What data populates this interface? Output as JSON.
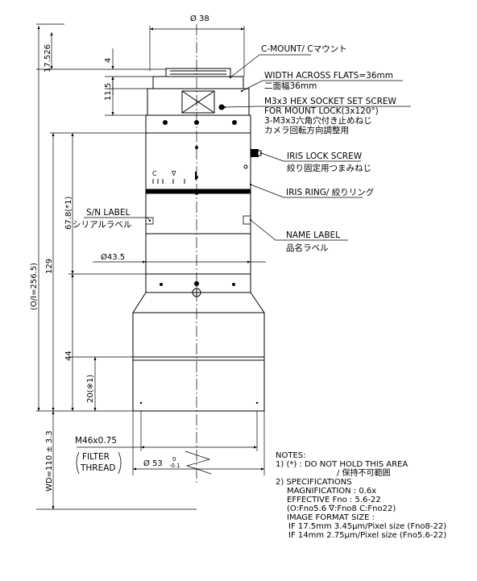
{
  "dimensions": {
    "top_diameter": "Ø 38",
    "body_diameter": "Ø43.5",
    "front_diameter": "Ø 53",
    "front_tol_upper": "0",
    "front_tol_lower": "-0.1",
    "d_17_526": "17.526",
    "d_4": "4",
    "d_11_5": "11.5",
    "d_67_8": "67.8(*1)",
    "d_129": "129",
    "d_oi": "(O/I=256.5)",
    "d_44": "44",
    "d_20": "20(※1)",
    "d_wd": "WD=110 ± 3.3"
  },
  "labels": {
    "c_mount": "C-MOUNT/ Cマウント",
    "flats_en": "WIDTH ACROSS FLATS=36mm",
    "flats_jp": "二面幅36mm",
    "hex_1": "M3x3 HEX SOCKET SET SCREW",
    "hex_2": "FOR MOUNT LOCK(3x120°)",
    "hex_3": "3-M3x3六角穴付き止めねじ",
    "hex_4": "カメラ回転方向調整用",
    "iris_lock_en": "IRIS LOCK SCREW",
    "iris_lock_jp": "絞り固定用つまみねじ",
    "iris_ring": "IRIS RING/ 絞りリング",
    "sn_en": "S/N LABEL",
    "sn_jp": "シリアルラベル",
    "name_en": "NAME LABEL",
    "name_jp": "品名ラベル",
    "thread_1": "M46x0.75",
    "thread_2": "FILTER",
    "thread_3": "THREAD",
    "iris_marks_c": "C",
    "iris_marks_v": "∇"
  },
  "notes": [
    "NOTES:",
    "1) (*) : DO NOT HOLD THIS AREA",
    "/ 保持不可範囲",
    "2) SPECIFICATIONS",
    "MAGNIFICATION : 0.6x",
    "EFFECTIVE Fno : 5.6-22",
    "(O:Fno5.6 ∇:Fno8  C:Fno22)",
    "IMAGE FORMAT SIZE :",
    "IF 17.5mm 3.45μm/Pixel size (Fno8-22)",
    "IF 14mm 2.75μm/Pixel size (Fno5.6-22)"
  ]
}
